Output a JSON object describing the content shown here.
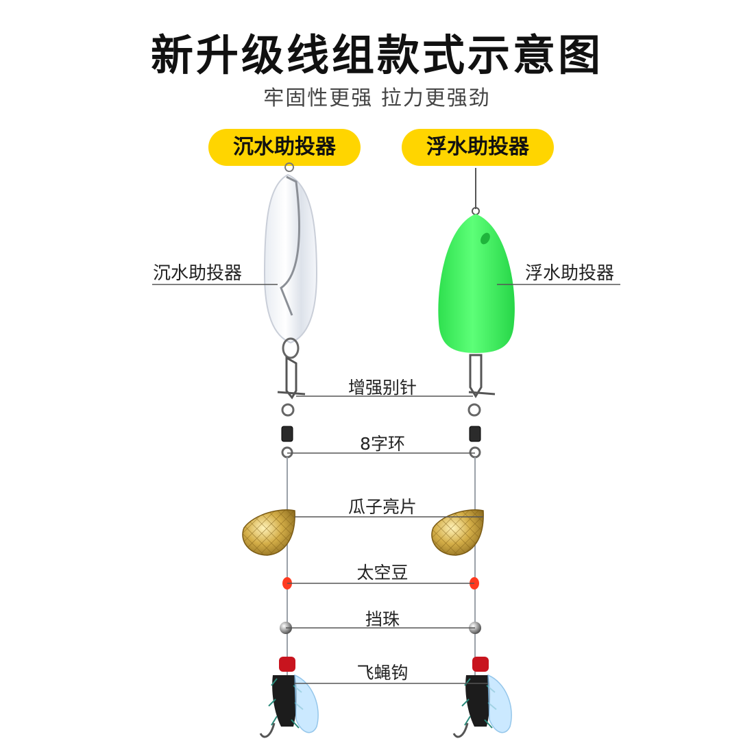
{
  "header": {
    "title": "新升级线组款式示意图",
    "subtitle": "牢固性更强 拉力更强劲"
  },
  "badges": {
    "sinking": "沉水助投器",
    "floating": "浮水助投器"
  },
  "side_labels": {
    "sinking": "沉水助投器",
    "floating": "浮水助投器"
  },
  "components": [
    "增强别针",
    "8字环",
    "瓜子亮片",
    "太空豆",
    "挡珠",
    "飞蝇钩"
  ],
  "colors": {
    "badge": "#ffd500",
    "float_green": "#39f25c",
    "bead_red": "#ff3a1f",
    "spoon_gold": "#c9a43a"
  }
}
